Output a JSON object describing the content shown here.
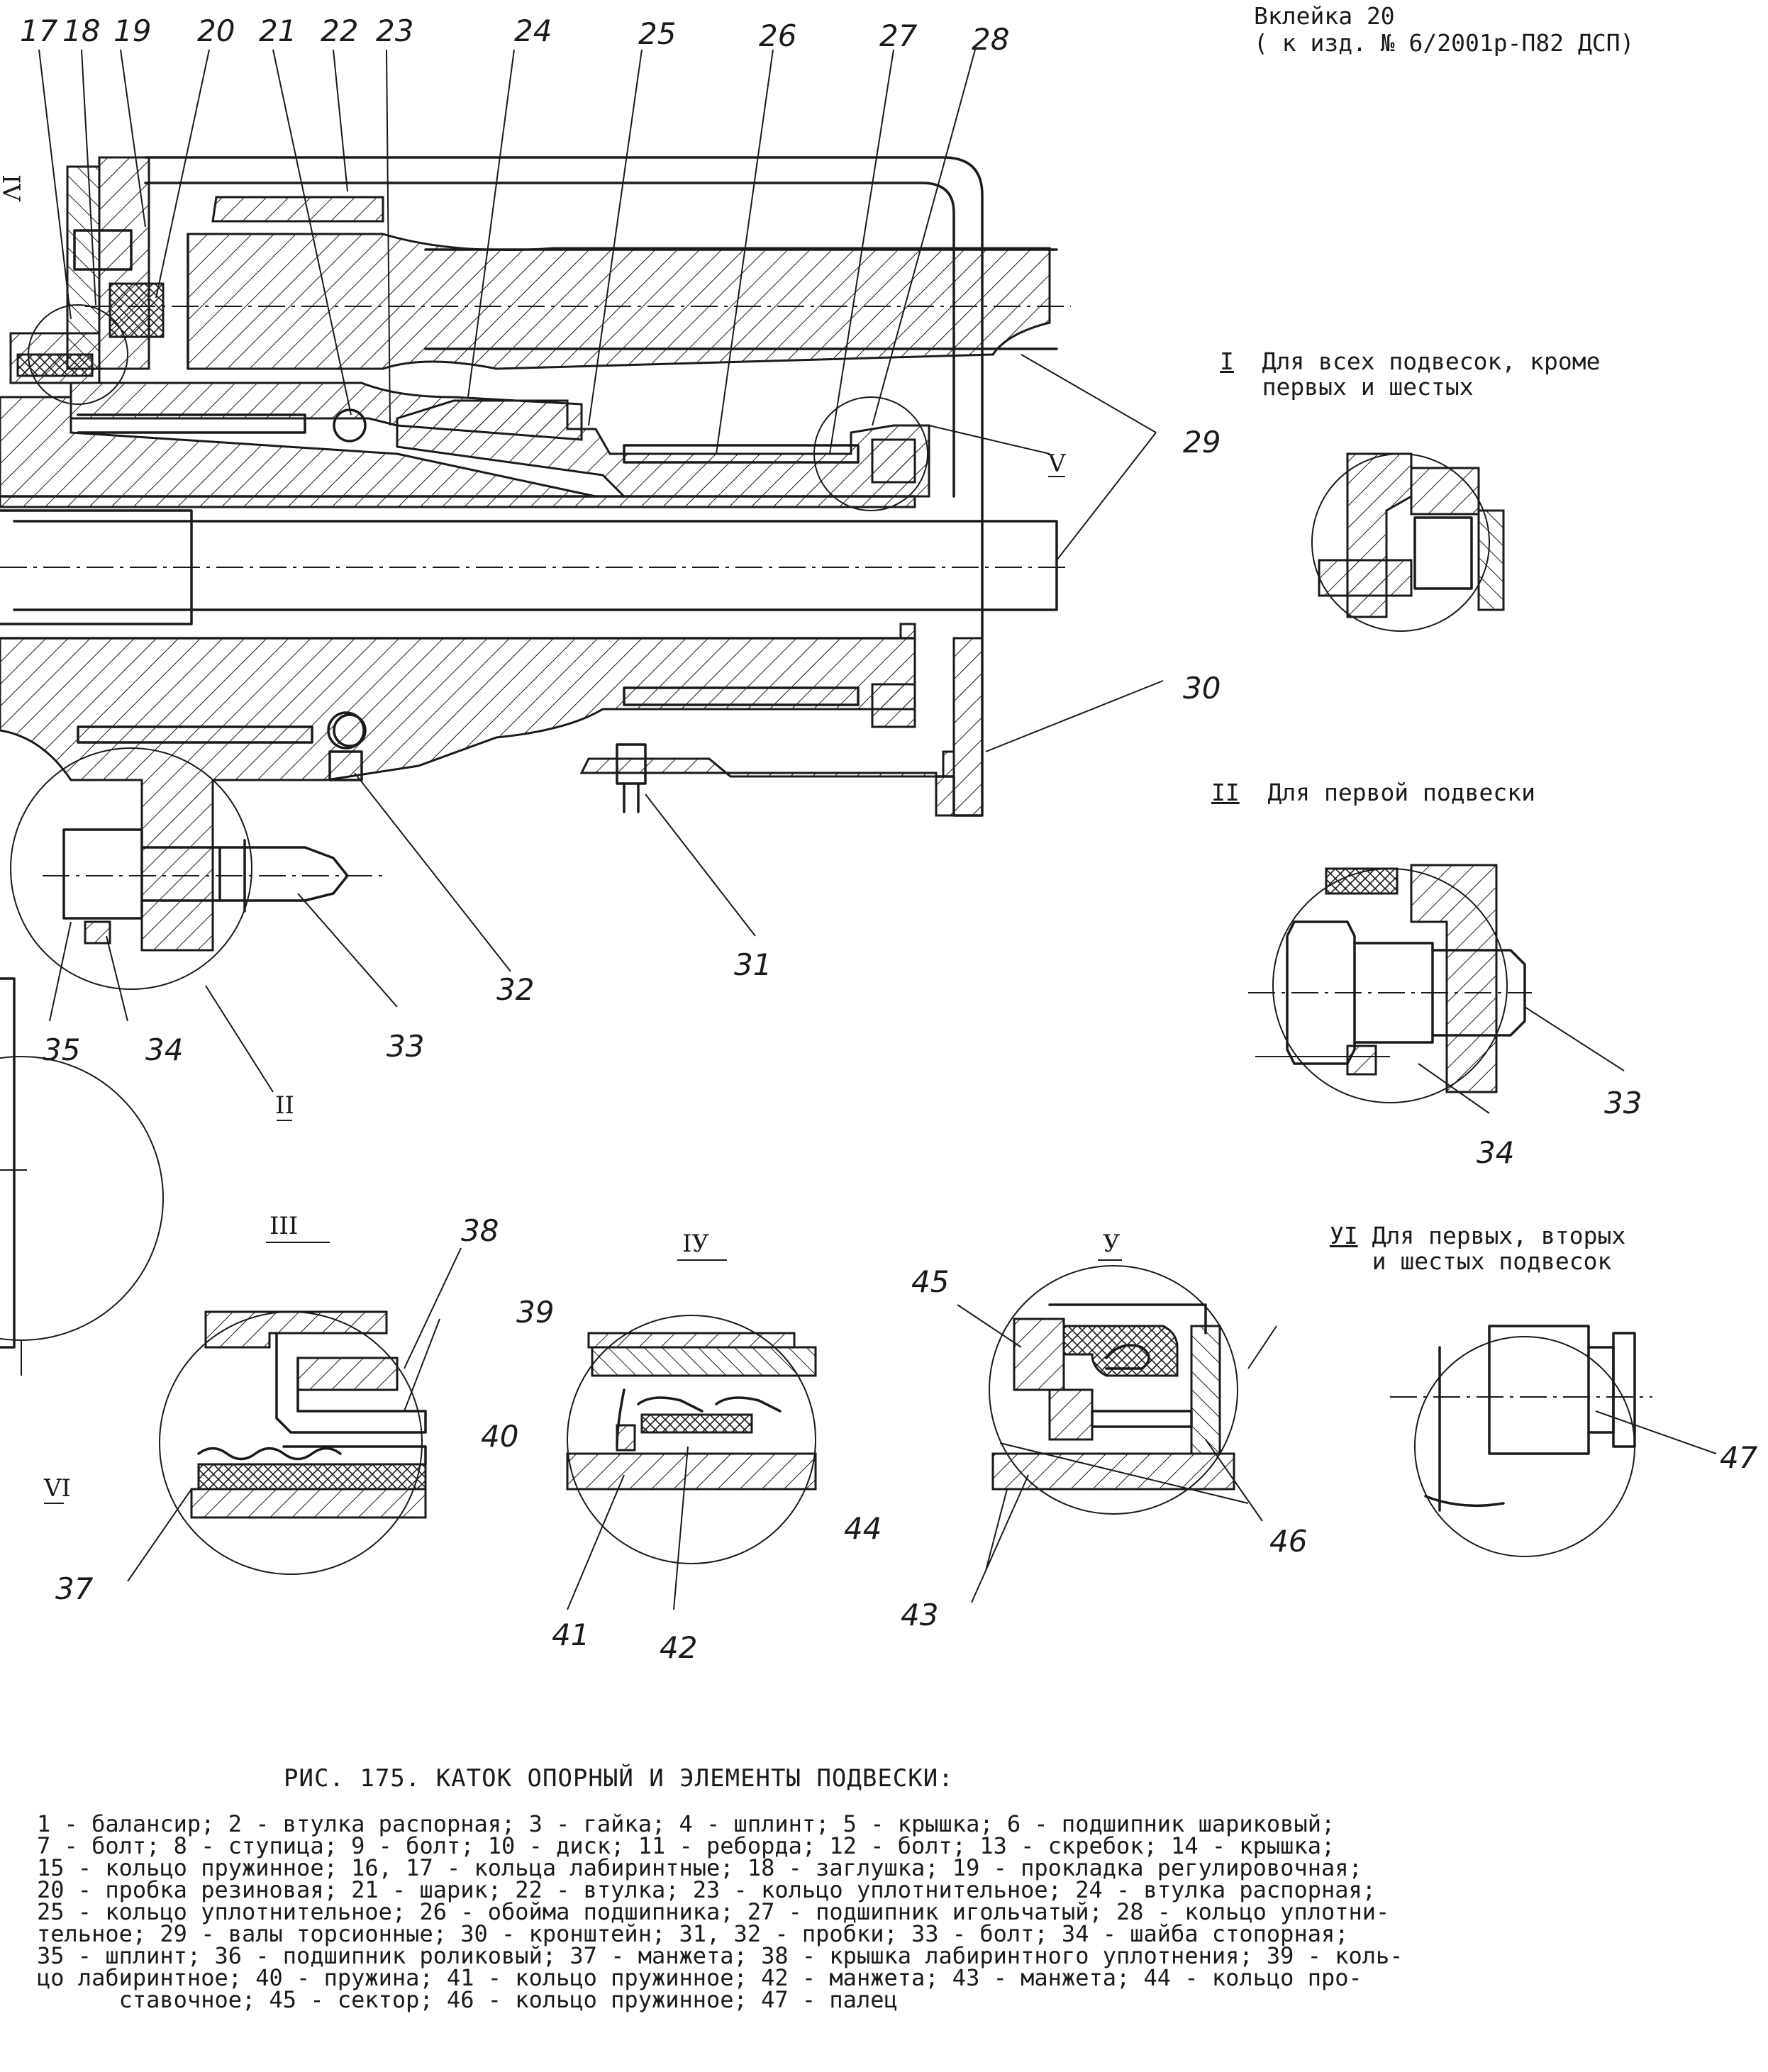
{
  "header": {
    "line1": "Вклейка 20",
    "line2": "( к изд. № 6/2001р-П82 ДСП)"
  },
  "detail_notes": {
    "I": {
      "roman": "I",
      "text": "Для всех подвесок, кроме\nпервых и шестых"
    },
    "II": {
      "roman": "II",
      "text": "Для первой подвески"
    },
    "VI": {
      "roman": "УI",
      "text": "Для первых, вторых\nи шестых подвесок"
    }
  },
  "view_labels": {
    "III": "III",
    "IV": "IУ",
    "V": "У",
    "mark_II": "II",
    "mark_IV": "IV",
    "mark_V": "V",
    "mark_VI": "VI"
  },
  "callouts": [
    "17",
    "18",
    "19",
    "20",
    "21",
    "22",
    "23",
    "24",
    "25",
    "26",
    "27",
    "28",
    "29",
    "30",
    "31",
    "32",
    "33",
    "34",
    "35",
    "37",
    "38",
    "39",
    "40",
    "41",
    "42",
    "43",
    "44",
    "45",
    "46",
    "47"
  ],
  "caption": {
    "title": "РИС. 175. КАТОК ОПОРНЫЙ И ЭЛЕМЕНТЫ ПОДВЕСКИ:",
    "legend": "1 - балансир; 2 - втулка распорная; 3 - гайка; 4 - шплинт; 5 - крышка; 6 - подшипник шариковый;\n7 - болт; 8 - ступица; 9 - болт; 10 - диск; 11 - реборда; 12 - болт; 13 - скребок; 14 - крышка;\n15 - кольцо пружинное; 16, 17 - кольца лабиринтные; 18 - заглушка; 19 - прокладка регулировочная;\n20 - пробка резиновая; 21 - шарик; 22 - втулка; 23 - кольцо уплотнительное; 24 - втулка распорная;\n25 - кольцо уплотнительное; 26 - обойма подшипника; 27 - подшипник игольчатый; 28 - кольцо уплотни-\nтельное; 29 - валы торсионные; 30 - кронштейн; 31, 32 - пробки; 33 - болт; 34 - шайба стопорная;\n35 - шплинт; 36 - подшипник роликовый; 37 - манжета; 38 - крышка лабиринтного уплотнения; 39 - коль-\nцо лабиринтное; 40 - пружина; 41 - кольцо пружинное; 42 - манжета; 43 - манжета; 44 - кольцо про-\n      ставочное; 45 - сектор; 46 - кольцо пружинное; 47 - палец"
  },
  "colors": {
    "ink": "#1a1a1a",
    "paper": "#ffffff"
  }
}
